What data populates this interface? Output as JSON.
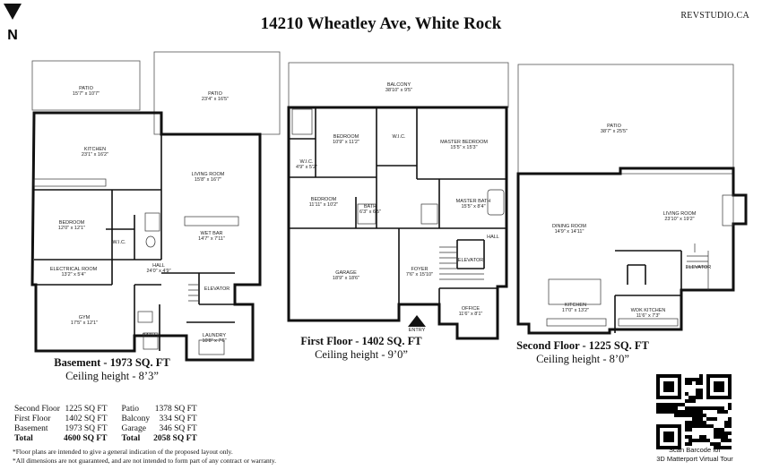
{
  "header": {
    "title": "14210 Wheatley Ave, White Rock",
    "brand": "REVSTUDIO.CA",
    "north_label": "N"
  },
  "basement": {
    "heading": "Basement - 1973 SQ. FT",
    "ceiling": "Ceiling height - 8’3”",
    "rooms": [
      {
        "name": "PATIO",
        "dims": "15'7\" x 10'7\""
      },
      {
        "name": "PATIO",
        "dims": "23'4\" x 16'5\""
      },
      {
        "name": "KITCHEN",
        "dims": "23'1\" x 16'2\""
      },
      {
        "name": "LIVING ROOM",
        "dims": "15'8\" x 16'7\""
      },
      {
        "name": "BEDROOM",
        "dims": "12'0\" x 12'1\""
      },
      {
        "name": "W.I.C.",
        "dims": ""
      },
      {
        "name": "WET BAR",
        "dims": "14'7\" x 7'11\""
      },
      {
        "name": "ELECTRICAL ROOM",
        "dims": "13'2\" x 5'4\""
      },
      {
        "name": "HALL",
        "dims": "24'0\" x 4'9\""
      },
      {
        "name": "ELEVATOR",
        "dims": ""
      },
      {
        "name": "GYM",
        "dims": "17'5\" x 12'1\""
      },
      {
        "name": "BATH",
        "dims": ""
      },
      {
        "name": "LAUNDRY",
        "dims": "10'8\" x 7'6\""
      }
    ]
  },
  "first_floor": {
    "heading": "First Floor  - 1402 SQ. FT",
    "ceiling": "Ceiling height - 9’0”",
    "rooms": [
      {
        "name": "BALCONY",
        "dims": "38'10\" x 9'5\""
      },
      {
        "name": "BEDROOM",
        "dims": "10'9\" x 11'2\""
      },
      {
        "name": "W.I.C.",
        "dims": ""
      },
      {
        "name": "MASTER BEDROOM",
        "dims": "15'5\" x 15'3\""
      },
      {
        "name": "W.I.C.",
        "dims": "4'9\" x 5'2\""
      },
      {
        "name": "BEDROOM",
        "dims": "11'11\" x 10'2\""
      },
      {
        "name": "BATH",
        "dims": "6'3\" x 6'5\""
      },
      {
        "name": "MASTER BATH",
        "dims": "15'5\" x 8'4\""
      },
      {
        "name": "HALL",
        "dims": ""
      },
      {
        "name": "GARAGE",
        "dims": "18'9\" x 18'6\""
      },
      {
        "name": "ELEVATOR",
        "dims": ""
      },
      {
        "name": "FOYER",
        "dims": "7'6\" x 15'10\""
      },
      {
        "name": "OFFICE",
        "dims": "11'6\" x 8'1\""
      },
      {
        "name": "ENTRY",
        "dims": ""
      }
    ]
  },
  "second_floor": {
    "heading": "Second Floor - 1225 SQ. FT",
    "ceiling": "Ceiling height - 8’0”",
    "rooms": [
      {
        "name": "PATIO",
        "dims": "38'7\" x 25'5\""
      },
      {
        "name": "DINING ROOM",
        "dims": "14'9\" x 14'11\""
      },
      {
        "name": "LIVING ROOM",
        "dims": "23'10\" x 19'2\""
      },
      {
        "name": "ELEVATOR",
        "dims": ""
      },
      {
        "name": "KITCHEN",
        "dims": "17'0\" x 13'2\""
      },
      {
        "name": "WOK KITCHEN",
        "dims": "11'6\" x 7'3\""
      }
    ]
  },
  "summary": {
    "left": [
      {
        "label": "Second Floor",
        "value": "1225 SQ FT"
      },
      {
        "label": "First Floor",
        "value": "1402 SQ FT"
      },
      {
        "label": "Basement",
        "value": "1973 SQ FT"
      },
      {
        "label": "Total",
        "value": "4600 SQ FT"
      }
    ],
    "right": [
      {
        "label": "Patio",
        "value": "1378 SQ FT"
      },
      {
        "label": "Balcony",
        "value": "334 SQ FT"
      },
      {
        "label": "Garage",
        "value": "346 SQ FT"
      },
      {
        "label": "Total",
        "value": "2058 SQ FT"
      }
    ]
  },
  "notes": [
    "*Floor plans are intended to give a general indication of the proposed layout only.",
    "*All dimensions are not guaranteed, and are not intended to form part of any contract or warranty."
  ],
  "qr": {
    "caption_line1": "Scan Barcode for",
    "caption_line2": "3D Matterport Virtual Tour"
  }
}
